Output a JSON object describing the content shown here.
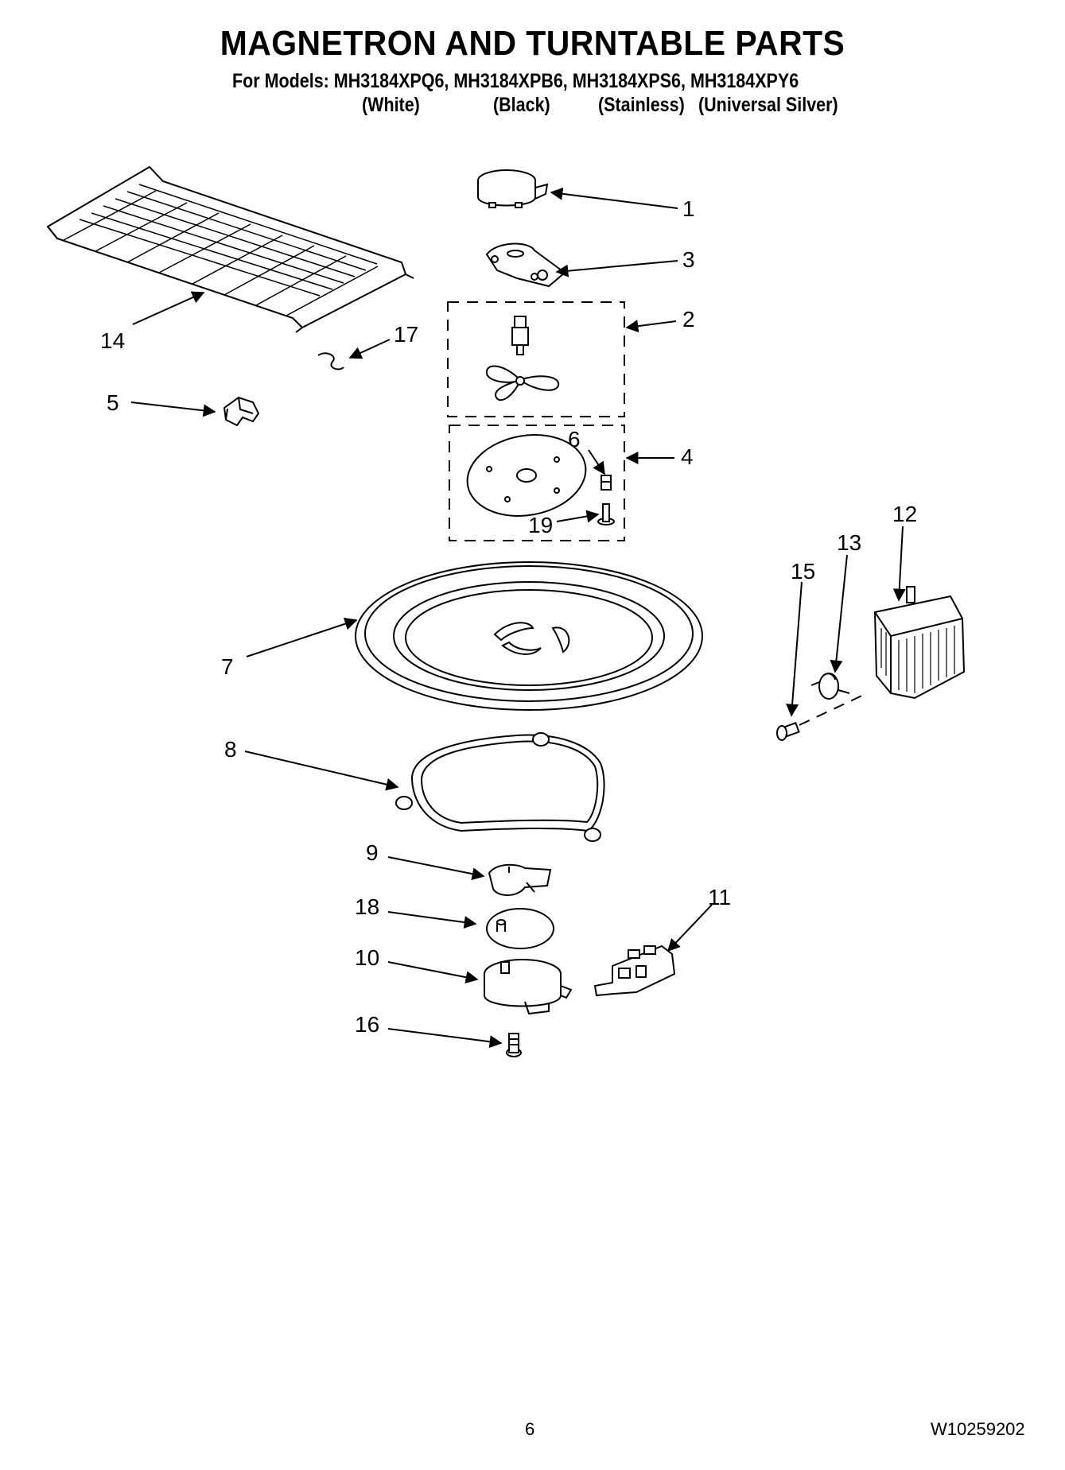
{
  "header": {
    "title": "MAGNETRON AND TURNTABLE PARTS",
    "models_line": "For Models: MH3184XPQ6, MH3184XPB6, MH3184XPS6, MH3184XPY6",
    "variants": [
      "(White)",
      "(Black)",
      "(Stainless)",
      "(Universal Silver)"
    ]
  },
  "callouts": {
    "c1": "1",
    "c2": "2",
    "c3": "3",
    "c4": "4",
    "c5": "5",
    "c6": "6",
    "c7": "7",
    "c8": "8",
    "c9": "9",
    "c10": "10",
    "c11": "11",
    "c12": "12",
    "c13": "13",
    "c14": "14",
    "c15": "15",
    "c16": "16",
    "c17": "17",
    "c18": "18",
    "c19": "19"
  },
  "footer": {
    "page_number": "6",
    "doc_number": "W10259202"
  }
}
